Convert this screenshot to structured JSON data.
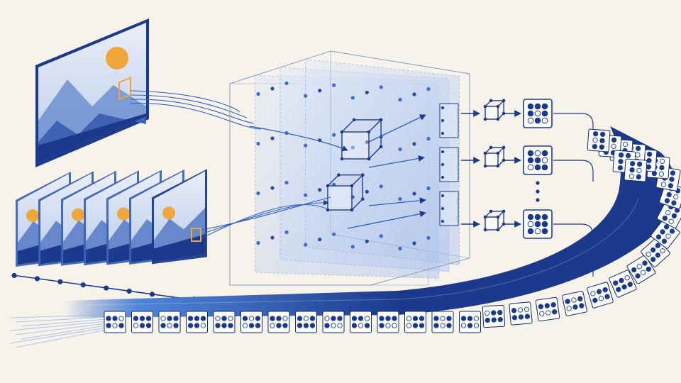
{
  "colors": {
    "background": "#f8f3ea",
    "navy": "#1b3a8c",
    "blue": "#2f5fc4",
    "light_blue": "#8fb0e6",
    "pale_blue": "#dbe5f6",
    "sun": "#efa63a",
    "token_bg": "#ffffff"
  },
  "diagram": {
    "input_image": {
      "icon": "mountain-landscape-image",
      "highlight": "image-patch-box"
    },
    "video_frames": {
      "frame_count": 7,
      "icon": "mountain-landscape-frame",
      "timeline_ticks": 7
    },
    "encoder_cube": {
      "grid_divisions": 4,
      "icon": "3d-grid-cube"
    },
    "output_branches": [
      {
        "cube_icon": "voxel-cube-icon",
        "token_pattern": [
          1,
          1,
          1,
          1,
          0,
          1,
          0,
          1,
          0
        ]
      },
      {
        "cube_icon": "voxel-cube-icon",
        "token_pattern": [
          1,
          0,
          1,
          1,
          1,
          0,
          0,
          1,
          1
        ]
      },
      {
        "cube_icon": "voxel-cube-icon",
        "token_pattern": [
          1,
          1,
          1,
          0,
          1,
          1,
          1,
          0,
          1
        ]
      }
    ],
    "ellipsis_icon": "vertical-ellipsis-icon",
    "token_band": {
      "icon": "discrete-token-icon",
      "direction": "right-to-left",
      "tokens": [
        [
          1,
          1,
          0,
          1,
          0,
          1
        ],
        [
          1,
          1,
          1,
          0,
          1,
          1
        ],
        [
          0,
          1,
          1,
          1,
          0,
          1
        ],
        [
          1,
          1,
          1,
          1,
          1,
          0
        ],
        [
          0,
          1,
          0,
          1,
          1,
          1
        ],
        [
          1,
          0,
          1,
          0,
          1,
          1
        ],
        [
          1,
          1,
          0,
          0,
          1,
          1
        ],
        [
          1,
          0,
          1,
          1,
          1,
          1
        ],
        [
          0,
          1,
          1,
          1,
          0,
          0
        ],
        [
          1,
          1,
          0,
          1,
          0,
          1
        ],
        [
          1,
          1,
          1,
          1,
          0,
          0
        ],
        [
          0,
          1,
          1,
          0,
          1,
          1
        ],
        [
          1,
          0,
          1,
          1,
          0,
          1
        ],
        [
          1,
          1,
          0,
          0,
          1,
          0
        ],
        [
          0,
          1,
          1,
          1,
          1,
          1
        ],
        [
          1,
          0,
          0,
          1,
          1,
          1
        ],
        [
          1,
          1,
          1,
          0,
          0,
          1
        ],
        [
          1,
          0,
          1,
          0,
          1,
          1
        ],
        [
          0,
          1,
          1,
          1,
          0,
          1
        ],
        [
          1,
          1,
          0,
          1,
          1,
          1
        ],
        [
          1,
          0,
          1,
          1,
          0,
          1
        ],
        [
          0,
          1,
          1,
          1,
          1,
          0
        ],
        [
          1,
          1,
          1,
          1,
          0,
          1
        ],
        [
          1,
          0,
          1,
          0,
          1,
          1
        ],
        [
          1,
          1,
          0,
          1,
          0,
          1
        ],
        [
          0,
          1,
          1,
          1,
          1,
          1
        ],
        [
          1,
          1,
          1,
          0,
          1,
          0
        ],
        [
          1,
          0,
          1,
          1,
          1,
          1
        ],
        [
          1,
          1,
          0,
          1,
          0,
          1
        ],
        [
          0,
          1,
          1,
          1,
          1,
          0
        ],
        [
          1,
          1,
          1,
          1,
          0,
          1
        ],
        [
          1,
          0,
          1,
          1,
          1,
          1
        ],
        [
          1,
          1,
          1,
          0,
          1,
          1
        ],
        [
          0,
          1,
          1,
          1,
          0,
          1
        ]
      ]
    }
  }
}
